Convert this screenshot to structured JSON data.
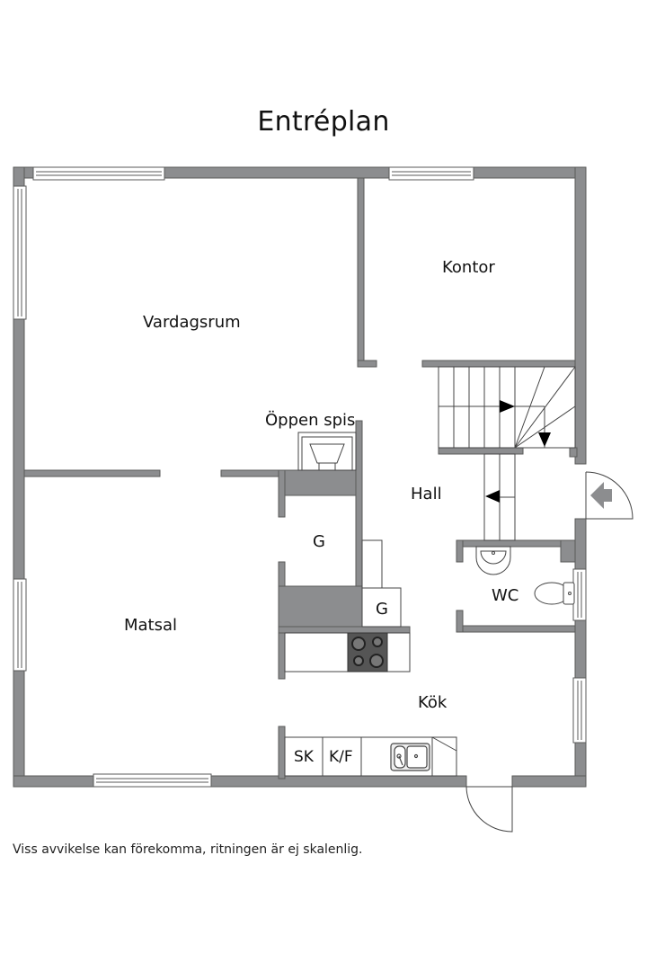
{
  "title": "Entréplan",
  "rooms": {
    "vardagsrum": "Vardagsrum",
    "kontor": "Kontor",
    "oppen_spis": "Öppen spis",
    "hall": "Hall",
    "matsal": "Matsal",
    "wc": "WC",
    "kok": "Kök",
    "garderob_1": "G",
    "garderob_2": "G",
    "sk": "SK",
    "kf": "K/F"
  },
  "footer_note": "Viss avvikelse kan förekomma, ritningen är ej skalenlig.",
  "colors": {
    "wall": "#8c8d8f",
    "wall_stroke": "#555555",
    "background": "#ffffff",
    "text": "#111111"
  }
}
